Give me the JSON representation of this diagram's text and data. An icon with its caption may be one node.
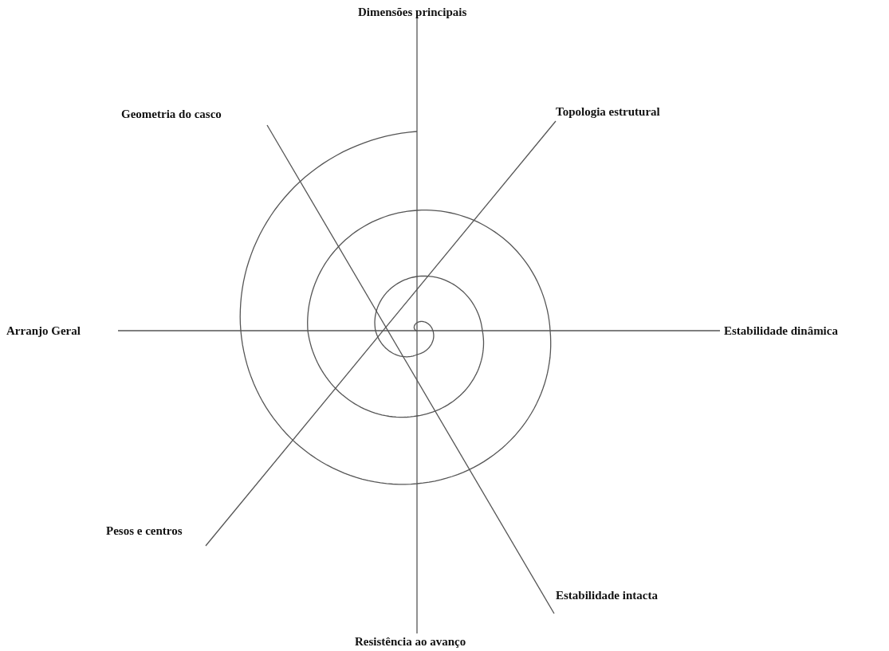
{
  "diagram": {
    "labels": [
      "Dimensões principais",
      "Geometria do casco",
      "Topologia estrutural",
      "Arranjo Geral",
      "Estabilidade dinâmica",
      "Pesos e centros",
      "Estabilidade intacta",
      "Resistência ao avanço"
    ]
  }
}
